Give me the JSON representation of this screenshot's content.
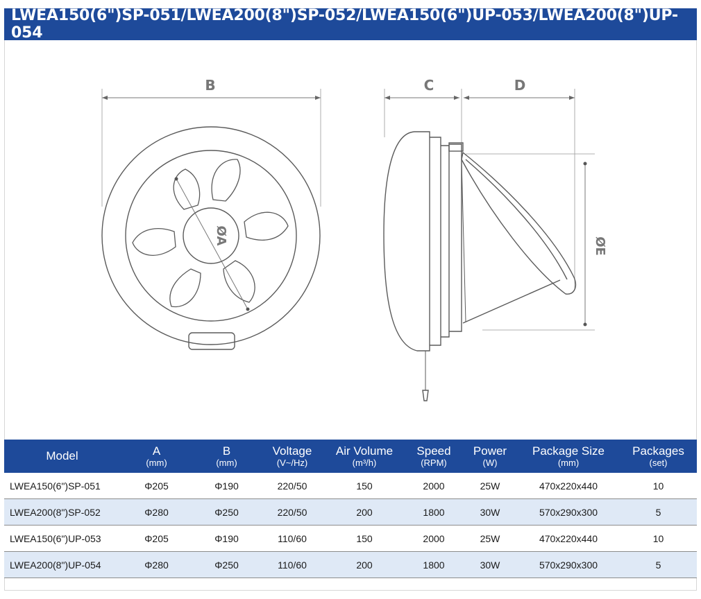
{
  "header": {
    "title": "LWEA150(6\")SP-051/LWEA200(8\")SP-052/LWEA150(6\")UP-053/LWEA200(8\")UP-054"
  },
  "drawing": {
    "dimension_labels": {
      "a": "ØA",
      "b": "B",
      "c": "C",
      "d": "D",
      "e": "ØE"
    },
    "line_color": "#555555",
    "dim_color": "#777777"
  },
  "table": {
    "header_color": "#1e4a9a",
    "alt_row_color": "#dfe9f6",
    "columns": [
      {
        "label": "Model",
        "unit": ""
      },
      {
        "label": "A",
        "unit": "(mm)"
      },
      {
        "label": "B",
        "unit": "(mm)"
      },
      {
        "label": "Voltage",
        "unit": "(V~/Hz)"
      },
      {
        "label": "Air Volume",
        "unit": "(m³/h)"
      },
      {
        "label": "Speed",
        "unit": "(RPM)"
      },
      {
        "label": "Power",
        "unit": "(W)"
      },
      {
        "label": "Package Size",
        "unit": "(mm)"
      },
      {
        "label": "Packages",
        "unit": "(set)"
      }
    ],
    "rows": [
      [
        "LWEA150(6\")SP-051",
        "Φ205",
        "Φ190",
        "220/50",
        "150",
        "2000",
        "25W",
        "470x220x440",
        "10"
      ],
      [
        "LWEA200(8\")SP-052",
        "Φ280",
        "Φ250",
        "220/50",
        "200",
        "1800",
        "30W",
        "570x290x300",
        "5"
      ],
      [
        "LWEA150(6\")UP-053",
        "Φ205",
        "Φ190",
        "110/60",
        "150",
        "2000",
        "25W",
        "470x220x440",
        "10"
      ],
      [
        "LWEA200(8\")UP-054",
        "Φ280",
        "Φ250",
        "110/60",
        "200",
        "1800",
        "30W",
        "570x290x300",
        "5"
      ]
    ]
  }
}
